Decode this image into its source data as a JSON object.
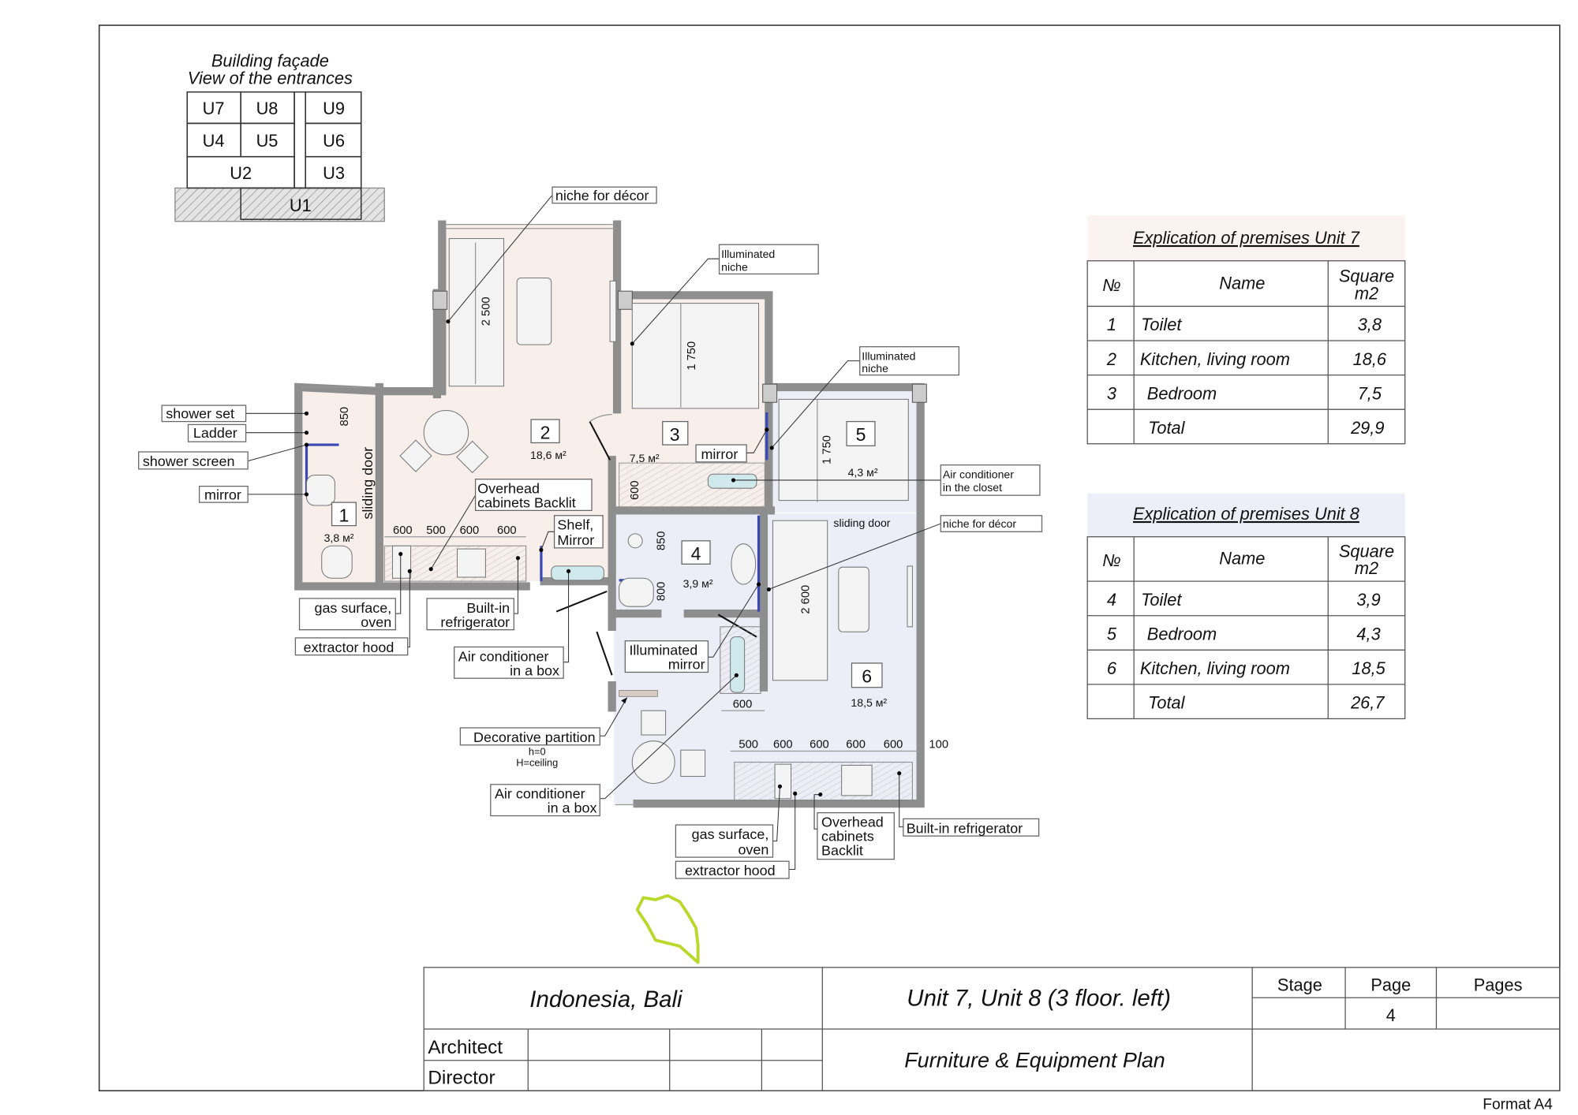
{
  "facade": {
    "title": [
      "Building façade",
      "View of the entrances"
    ],
    "units": [
      "U7",
      "U8",
      "U9",
      "U4",
      "U5",
      "U6",
      "U2",
      "U3",
      "U1"
    ],
    "highlight_color": "#ec9a9a"
  },
  "plan": {
    "rooms": [
      {
        "no": "1",
        "area": "3,8 м²"
      },
      {
        "no": "2",
        "area": "18,6 м²"
      },
      {
        "no": "3",
        "area": "7,5 м²"
      },
      {
        "no": "4",
        "area": "3,9 м²"
      },
      {
        "no": "5",
        "area": "4,3 м²"
      },
      {
        "no": "6",
        "area": "18,5 м²"
      }
    ],
    "dimensions": {
      "bay_sofa": "2 500",
      "bed3": "1 750",
      "bath1": "850",
      "bed5": "1 750",
      "closet": "600",
      "toilet_top": "850",
      "toilet_bottom": "800",
      "sofa6": "2 600",
      "wardrobe6": "600",
      "kitchen7": [
        "600",
        "500",
        "600",
        "600"
      ],
      "kitchen8": [
        "500",
        "600",
        "600",
        "600",
        "600",
        "100"
      ]
    },
    "labels": {
      "niche_decor_1": "niche for décor",
      "illuminated_niche_1": [
        "Illuminated",
        "niche"
      ],
      "illuminated_niche_2": [
        "Illuminated",
        "niche"
      ],
      "shower_set": "shower set",
      "ladder": "Ladder",
      "shower_screen": "shower screen",
      "mirror_1": "mirror",
      "sliding_door_1": "sliding door",
      "overhead_7": [
        "Overhead",
        "cabinets Backlit"
      ],
      "shelf_mirror": [
        "Shelf,",
        "Mirror"
      ],
      "mirror_3": "mirror",
      "ac_closet": [
        "Air conditioner",
        "in the closet"
      ],
      "sliding_door_2": "sliding door",
      "niche_decor_2": "niche for décor",
      "gas_7": [
        "gas surface,",
        "oven"
      ],
      "hood_7": "extractor hood",
      "fridge_7": [
        "Built-in",
        "refrigerator"
      ],
      "ac_box_7": [
        "Air conditioner",
        "in a box"
      ],
      "illum_mirror": [
        "Illuminated",
        "mirror"
      ],
      "partition": "Decorative partition",
      "partition_h": "h=0",
      "partition_H": "H=ceiling",
      "ac_box_8": [
        "Air conditioner",
        "in a box"
      ],
      "gas_8": [
        "gas surface,",
        "oven"
      ],
      "hood_8": "extractor hood",
      "overhead_8": [
        "Overhead",
        "cabinets",
        "Backlit"
      ],
      "fridge_8": "Built-in refrigerator"
    },
    "colors": {
      "unit7": "#f8efeb",
      "unit8": "#ededf8",
      "wall": "#8e8e8e",
      "mirror": "#3a48b5",
      "ac": "#cfe9ec"
    }
  },
  "tables": [
    {
      "title": "Explication of premises Unit 7",
      "header_color": "#fbf3ef",
      "columns": [
        "№",
        "Name",
        "Square",
        "m2"
      ],
      "rows": [
        [
          "1",
          "Toilet",
          "3,8"
        ],
        [
          "2",
          "Kitchen, living room",
          "18,6"
        ],
        [
          "3",
          "Bedroom",
          "7,5"
        ],
        [
          "",
          "Total",
          "29,9"
        ]
      ]
    },
    {
      "title": "Explication of premises Unit 8",
      "header_color": "#eeeef8",
      "columns": [
        "№",
        "Name",
        "Square",
        "m2"
      ],
      "rows": [
        [
          "4",
          "Toilet",
          "3,9"
        ],
        [
          "5",
          "Bedroom",
          "4,3"
        ],
        [
          "6",
          "Kitchen, living room",
          "18,5"
        ],
        [
          "",
          "Total",
          "26,7"
        ]
      ]
    }
  ],
  "title_block": {
    "location": "Indonesia, Bali",
    "project": "Unit 7, Unit 8  (3 floor. left)",
    "sheet": "Furniture & Equipment Plan",
    "stage_label": "Stage",
    "page_label": "Page",
    "pages_label": "Pages",
    "page": "4",
    "architect": "Architect",
    "director": "Director",
    "format": "Format A4"
  }
}
